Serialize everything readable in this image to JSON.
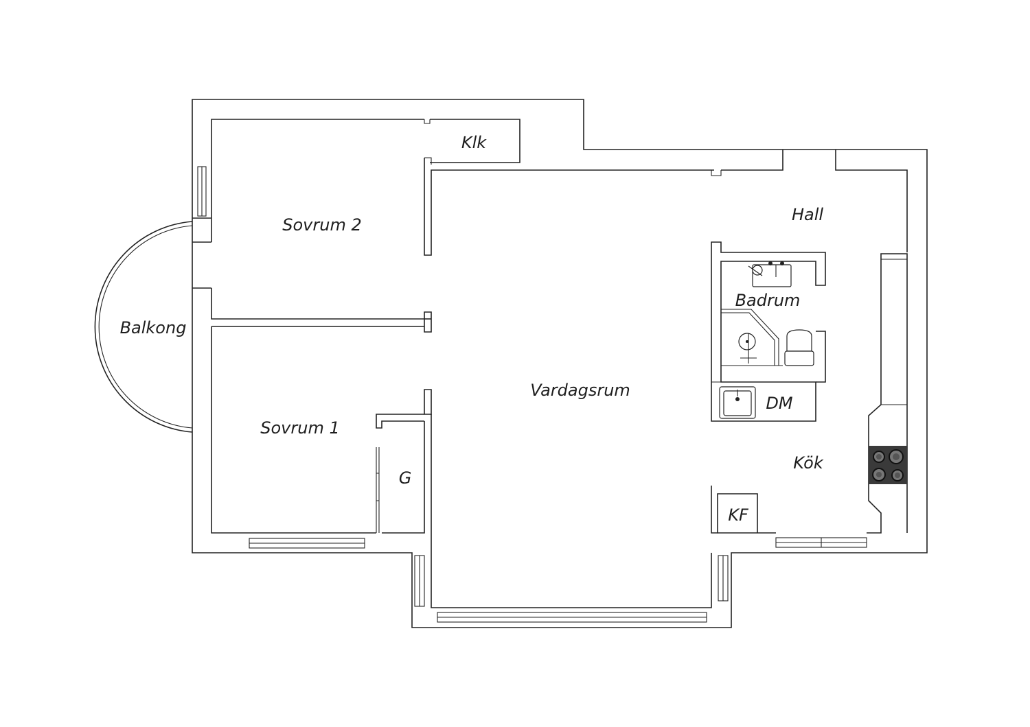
{
  "colors": {
    "wall": "#222222",
    "background": "#ffffff",
    "stove": "#3a3a3a"
  },
  "rooms": {
    "klk": "Klk",
    "sovrum2": "Sovrum 2",
    "hall": "Hall",
    "badrum": "Badrum",
    "balkong": "Balkong",
    "vardagsrum": "Vardagsrum",
    "dm": "DM",
    "sovrum1": "Sovrum 1",
    "kok": "Kök",
    "g": "G",
    "kf": "KF"
  },
  "fixtures": {
    "washbasin": "washbasin-icon",
    "shower": "shower-icon",
    "toilet": "toilet-icon",
    "laundry_sink": "sink-icon",
    "stove": "stove-icon"
  }
}
